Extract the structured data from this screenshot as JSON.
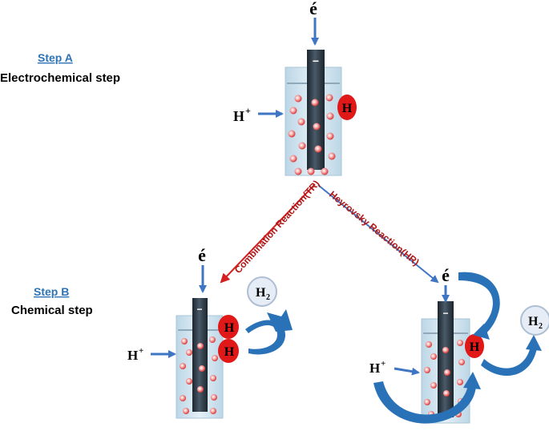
{
  "step_a": {
    "title": "Step A",
    "subtitle": "Electrochemical step"
  },
  "step_b": {
    "title": "Step B",
    "subtitle": "Chemical step"
  },
  "labels": {
    "electron": "é",
    "proton": "H",
    "proton_sup": "+",
    "hydrogen_atom": "H",
    "h2": "H",
    "h2_sub": "2",
    "electrode_sign": "−"
  },
  "reactions": {
    "combination": "Combination Reaction(TR)",
    "heyrovsky": "Heyrovsky Reaction(HR)"
  },
  "colors": {
    "step_title": "#2e74b5",
    "arrow_blue": "#3f76c4",
    "arrow_red": "#d42020",
    "adsorbed_h": "#e01818",
    "electrode": "#2a3540",
    "electrolyte": "#cfe3ee",
    "ion": "#d93434"
  }
}
